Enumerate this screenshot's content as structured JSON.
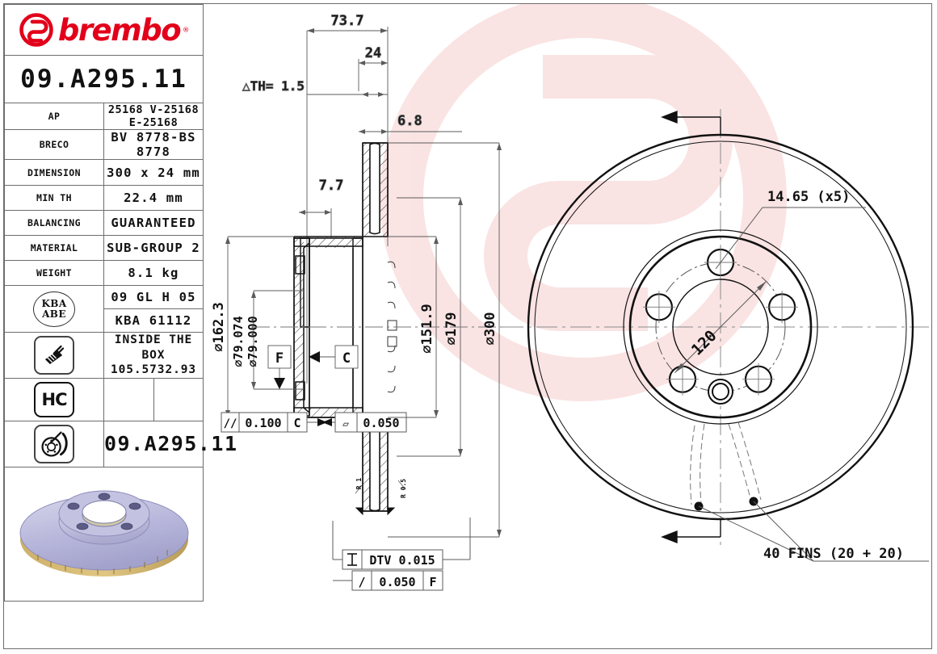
{
  "brand": {
    "name": "brembo",
    "registered": "®",
    "logo_color": "#e2001a",
    "logo_icon": "brembo-b-logo"
  },
  "part_number": "09.A295.11",
  "spec_rows": [
    {
      "label": "AP",
      "value": "25168 V-25168 E-25168"
    },
    {
      "label": "BRECO",
      "value": "BV 8778-BS 8778"
    },
    {
      "label": "DIMENSION",
      "value": "300 x 24 mm"
    },
    {
      "label": "MIN TH",
      "value": "22.4 mm"
    },
    {
      "label": "BALANCING",
      "value": "GUARANTEED"
    },
    {
      "label": "MATERIAL",
      "value": "SUB-GROUP 2"
    },
    {
      "label": "WEIGHT",
      "value": "8.1 kg"
    }
  ],
  "kba": {
    "badge_line1": "KBA",
    "badge_line2": "ABE",
    "approval": "09 GL H 05",
    "number": "KBA 61112"
  },
  "screws": {
    "icon": "screw-icon",
    "line1": "INSIDE THE BOX",
    "line2": "105.5732.93"
  },
  "hc": {
    "label": "HC"
  },
  "disc_icon_row": {
    "icon": "brake-disc-icon",
    "value": "09.A295.11"
  },
  "product_photo": {
    "alt": "brake-disc-3d-render",
    "body_color": "#b3b2d6",
    "ring_color": "#c9ab5f"
  },
  "chart_data": {
    "type": "table",
    "title": "Brembo brake disc technical drawing 09.A295.11"
  },
  "section_view": {
    "dim_overall_width": "73.7",
    "dim_disc_thickness": "24",
    "dim_th_tolerance": "△TH= 1.5",
    "dim_hat_offset": "6.8",
    "dim_hat_wall": "7.7",
    "dim_outer_hat_dia": "⌀162.3",
    "dim_bore_dia_upper": "⌀79.074",
    "dim_bore_dia_lower": "⌀79.000",
    "dim_inner_dia": "⌀151.9",
    "dim_mid_dia": "⌀179",
    "dim_outer_dia": "⌀300",
    "datum_f": "F",
    "datum_c": "C",
    "tol_parallel": {
      "symbol": "//",
      "value": "0.100",
      "datum": "C"
    },
    "tol_flatness": {
      "symbol": "▱",
      "value": "0.050"
    },
    "tol_dtv": {
      "symbol": "I",
      "value": "DTV 0.015"
    },
    "tol_runout": {
      "symbol": "/",
      "value": "0.050",
      "datum": "F"
    }
  },
  "face_view": {
    "bolt_hole_dia": "14.65 (x5)",
    "bolt_circle": "120",
    "fins": "40 FINS (20 + 20)"
  }
}
